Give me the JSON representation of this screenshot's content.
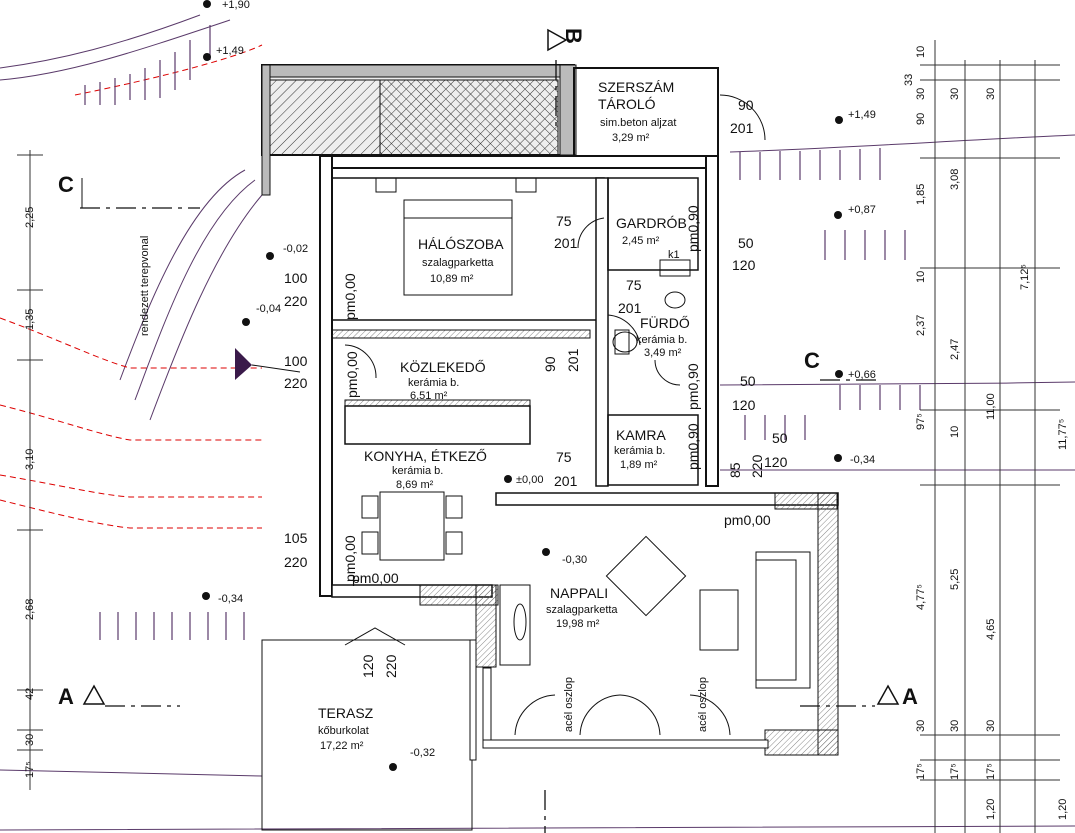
{
  "rooms": {
    "szerszam": {
      "name": "SZERSZÁM",
      "name2": "TÁROLÓ",
      "floor": "sim.beton aljzat",
      "area": "3,29 m²"
    },
    "haloszoba": {
      "name": "HÁLÓSZOBA",
      "floor": "szalagparketta",
      "area": "10,89 m²"
    },
    "gardrob": {
      "name": "GARDRÓB",
      "area": "2,45 m²"
    },
    "furdo": {
      "name": "FÜRDŐ",
      "floor": "kerámia b.",
      "area": "3,49 m²"
    },
    "kozlekedo": {
      "name": "KÖZLEKEDŐ",
      "floor": "kerámia b.",
      "area": "6,51 m²"
    },
    "konyha": {
      "name": "KONYHA, ÉTKEZŐ",
      "floor": "kerámia b.",
      "area": "8,69 m²"
    },
    "kamra": {
      "name": "KAMRA",
      "floor": "kerámia b.",
      "area": "1,89 m²"
    },
    "nappali": {
      "name": "NAPPALI",
      "floor": "szalagparketta",
      "area": "19,98 m²"
    },
    "terasz": {
      "name": "TERASZ",
      "floor": "kőburkolat",
      "area": "17,22 m²"
    }
  },
  "levels": {
    "l1": "+1,90",
    "l2": "+1,49",
    "l3": "+1,49",
    "l4": "+0,87",
    "l5": "-0,02",
    "l6": "-0,04",
    "l7": "+0,66",
    "l8": "-0,34",
    "l9": "±0,00",
    "l10": "-0,30",
    "l11": "-0,34",
    "l12": "-0,32"
  },
  "floor_markers": {
    "pm1": "pm0,00",
    "pm2": "pm0,00",
    "pm3": "pm0,00",
    "pm4": "pm0,00",
    "pm5": "pm0,00",
    "pm6": "pm0,90",
    "pm7": "pm0,90",
    "pm8": "pm0,90"
  },
  "openings": {
    "o1": "90",
    "o2": "201",
    "o3": "75",
    "o4": "201",
    "o5": "50",
    "o6": "120",
    "o7": "100",
    "o8": "220",
    "o9": "75",
    "o10": "201",
    "o11": "100",
    "o12": "220",
    "o13": "90",
    "o14": "201",
    "o15": "50",
    "o16": "120",
    "o17": "50",
    "o18": "120",
    "o19": "75",
    "o20": "201",
    "o21": "85",
    "o22": "220",
    "o23": "105",
    "o24": "220",
    "o25": "120",
    "o26": "220"
  },
  "sections": {
    "a": "A",
    "b": "B",
    "c": "C",
    "c2": "C",
    "a2": "A"
  },
  "labels": {
    "terrain": "rendezett terepvonal",
    "k1": "k1",
    "column1": "acél oszlop",
    "column2": "acél oszlop"
  },
  "left_dims": {
    "d1": "2,25",
    "d2": "1,35",
    "d3": "3,10",
    "d4": "2,68",
    "d5": "42",
    "d6": "30",
    "d7": "17⁵"
  },
  "right_dims": {
    "c1": [
      "10",
      "33",
      "30",
      "90",
      "1,85",
      "10",
      "2,37",
      "97⁵",
      "10",
      "4,77⁵",
      "30",
      "17⁵"
    ],
    "c2": [
      "30",
      "3,08",
      "2,47",
      "5,25",
      "30",
      "17⁵"
    ],
    "c3": [
      "30",
      "11,00",
      "4,65",
      "17⁵",
      "1,20"
    ],
    "c4": [
      "7,12⁵",
      "11,77⁵",
      "1,20"
    ]
  }
}
